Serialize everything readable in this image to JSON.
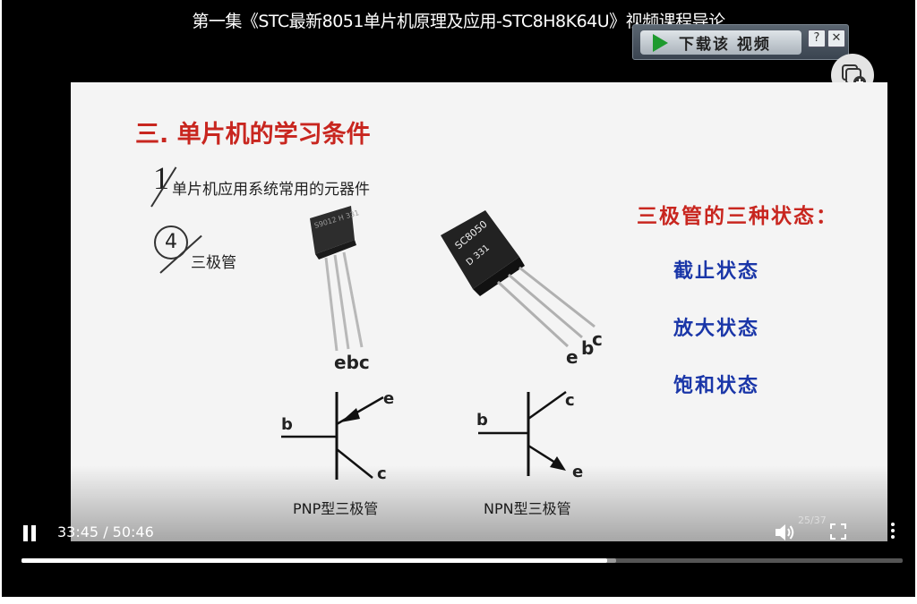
{
  "player": {
    "title": "第一集《STC最新8051单片机原理及应用-STC8H8K64U》视频课程导论",
    "download_label": "下载该 视频",
    "help_label": "?",
    "close_label": "✕",
    "icons": {
      "collect": "add-to-collection-icon",
      "download": "play-triangle-icon"
    }
  },
  "slide": {
    "title": "三. 单片机的学习条件",
    "item_number": "1",
    "item_text": "单片机应用系统常用的元器件",
    "sub_number": "4",
    "sub_text": "三极管",
    "part_left_marking": "S9012 H 331",
    "part_right_marking_1": "SC8050",
    "part_right_marking_2": "D 331",
    "pins_label": "ebc",
    "states_title": "三极管的三种状态：",
    "states": [
      "截止状态",
      "放大状态",
      "饱和状态"
    ],
    "pnp": {
      "b": "b",
      "c": "c",
      "e": "e",
      "caption": "PNP型三极管"
    },
    "npn": {
      "b": "b",
      "c": "c",
      "e": "e",
      "caption": "NPN型三极管"
    }
  },
  "controls": {
    "time": "33:45 / 50:46",
    "page_counter": "25/37",
    "progress_fraction": 0.665,
    "buffered_fraction": 0.675,
    "icons": [
      "pause-icon",
      "volume-icon",
      "fullscreen-icon",
      "more-vertical-icon"
    ]
  }
}
